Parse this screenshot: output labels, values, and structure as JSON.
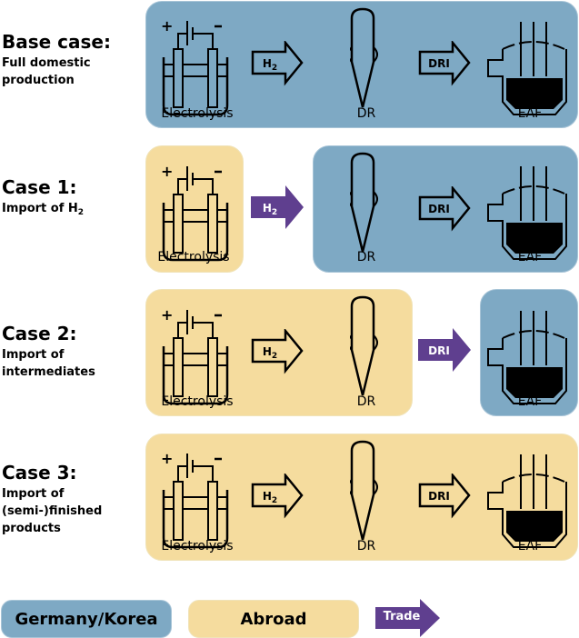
{
  "colors": {
    "home": "#7ea9c4",
    "abroad": "#f5dc9e",
    "trade": "#5f3f8f"
  },
  "cases": [
    {
      "title": "Base case:",
      "subtitle": [
        "Full domestic",
        "production"
      ]
    },
    {
      "title": "Case 1:",
      "subtitle": [
        "Import of H"
      ],
      "subtitle_sub": "2"
    },
    {
      "title": "Case 2:",
      "subtitle": [
        "Import of",
        "intermediates"
      ]
    },
    {
      "title": "Case 3:",
      "subtitle": [
        "Import of",
        "(semi-)finished",
        "products"
      ]
    }
  ],
  "stages": {
    "electrolysis": "Electrolysis",
    "dr": "DR",
    "eaf": "EAF"
  },
  "flows": {
    "h2": "H",
    "h2_sub": "2",
    "dri": "DRI"
  },
  "legend": {
    "home": "Germany/Korea",
    "abroad": "Abroad",
    "trade": "Trade"
  }
}
